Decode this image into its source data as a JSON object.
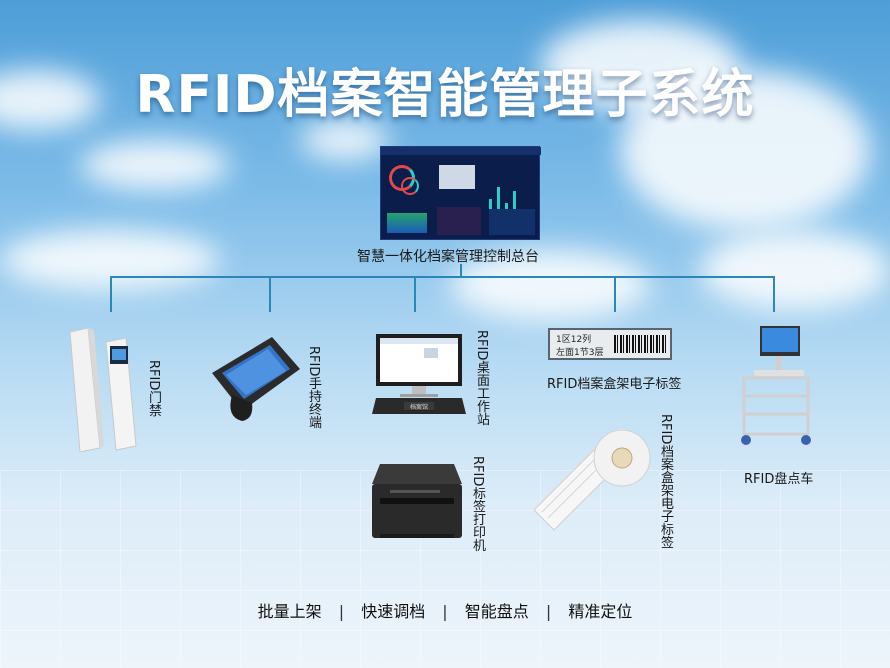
{
  "title": "RFID档案智能管理子系统",
  "console_label": "智慧一体化档案管理控制总台",
  "devices": {
    "gate": "RFID门禁",
    "handheld": "RFID手持终端",
    "desktop": "RFID桌面工作站",
    "shelf_tag": "RFID档案盒架电子标签",
    "cart": "RFID盘点车",
    "printer": "RFID标签打印机",
    "box_tag": "RFID档案盒架电子标签"
  },
  "shelf_tag_text": {
    "line1": "1区12列",
    "line2": "左面1节3层"
  },
  "desktop_badge": "档案馆",
  "footer": [
    "批量上架",
    "快速调档",
    "智能盘点",
    "精准定位"
  ],
  "footer_separator": "|",
  "colors": {
    "connector": "#2c87b9",
    "sky_top": "#4e9ed8",
    "title_text": "#ffffff"
  }
}
